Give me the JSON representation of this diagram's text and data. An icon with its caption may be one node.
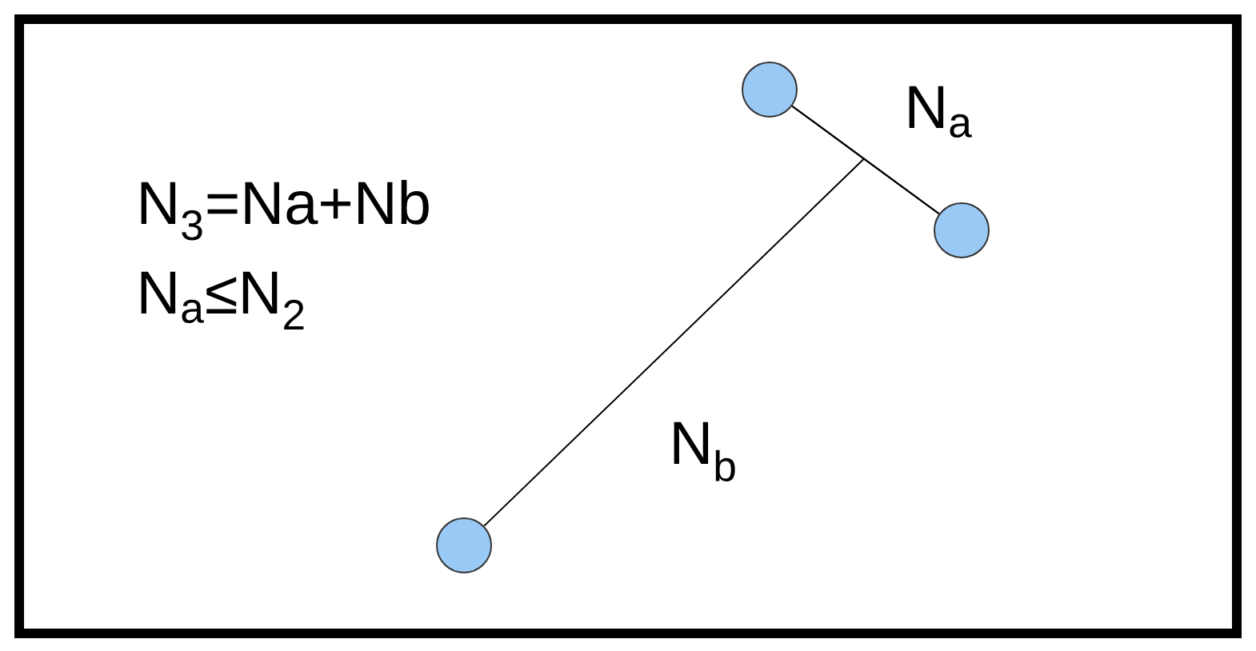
{
  "diagram": {
    "nodes": [
      {
        "text": [],
        "shape": "circle"
      },
      {
        "text": [],
        "shape": "circle"
      },
      {
        "text": [],
        "shape": "circle"
      }
    ],
    "edges": [
      {
        "from": 0,
        "to": 1,
        "arrow": "none"
      },
      {
        "from": 2,
        "to": 0,
        "arrow": "none"
      },
      {
        "from": 2,
        "to": 1,
        "arrow": "none"
      }
    ],
    "labels": [
      "N$_{a}$",
      "N$_{3}$=Na+Nb",
      "N$_{a}$≤N$_{2}$",
      "N$_{b}$"
    ]
  }
}
